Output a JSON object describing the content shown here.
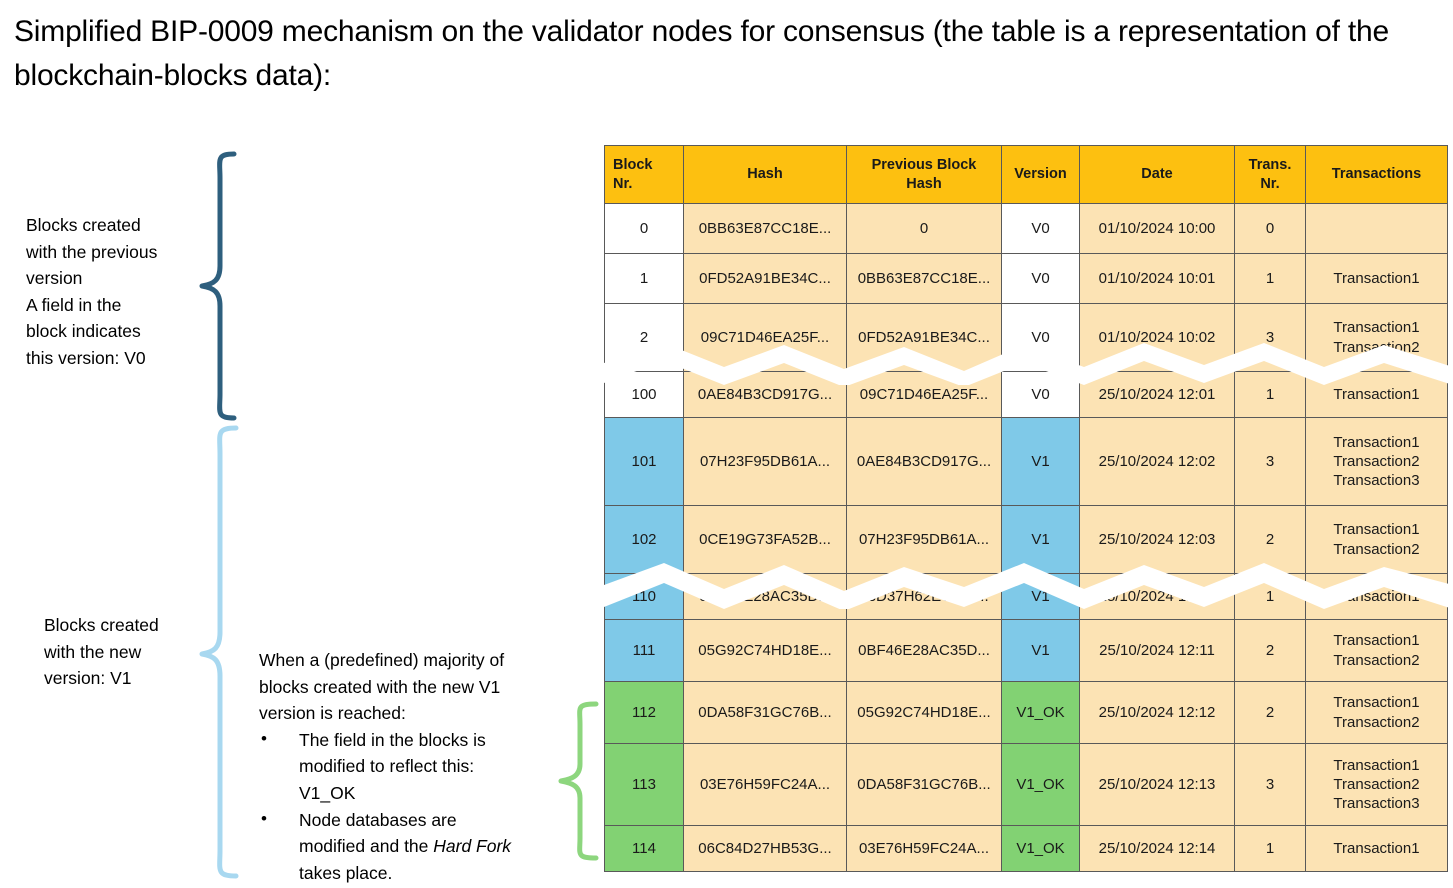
{
  "title": "Simplified BIP-0009 mechanism on the validator nodes for consensus (the table is a representation of the blockchain-blocks data):",
  "annotations": {
    "previous_version": "Blocks created\nwith the previous\nversion\nA field in the\nblock indicates\nthis version: V0",
    "new_version": "Blocks created\nwith the new\nversion: V1",
    "majority": {
      "lead": "When a (predefined) majority of\nblocks created with the new V1\nversion is reached:",
      "bullets": [
        {
          "pre": "The field in the blocks is\nmodified to reflect this:\nV1_OK",
          "italic": "",
          "post": ""
        },
        {
          "pre": "Node databases are\nmodified and the ",
          "italic": "Hard Fork",
          "post": "\ntakes place."
        }
      ]
    }
  },
  "colors": {
    "header_fill": "#FDC010",
    "cell_fill": "#FCE3B4",
    "version_v1_fill": "#7FC9E8",
    "version_v1ok_fill": "#82D273",
    "brace_dark": "#2E5F7E",
    "brace_light": "#A8D8F0",
    "brace_green": "#8DD67E",
    "border": "#595959"
  },
  "table": {
    "headers": [
      "Block\nNr.",
      "Hash",
      "Previous Block\nHash",
      "Version",
      "Date",
      "Trans.\nNr.",
      "Transactions"
    ],
    "rows": [
      {
        "block_nr": "0",
        "hash": "0BB63E87CC18E...",
        "prev_hash": "0",
        "version": "V0",
        "date": "01/10/2024 10:00",
        "trans_nr": "0",
        "transactions": "",
        "fill": "none"
      },
      {
        "block_nr": "1",
        "hash": "0FD52A91BE34C...",
        "prev_hash": "0BB63E87CC18E...",
        "version": "V0",
        "date": "01/10/2024 10:01",
        "trans_nr": "1",
        "transactions": "Transaction1",
        "fill": "none"
      },
      {
        "block_nr": "2",
        "hash": "09C71D46EA25F...",
        "prev_hash": "0FD52A91BE34C...",
        "version": "V0",
        "date": "01/10/2024 10:02",
        "trans_nr": "3",
        "transactions": "Transaction1\nTransaction2",
        "fill": "none"
      },
      {
        "block_nr": "100",
        "hash": "0AE84B3CD917G...",
        "prev_hash": "09C71D46EA25F...",
        "version": "V0",
        "date": "25/10/2024 12:01",
        "trans_nr": "1",
        "transactions": "Transaction1",
        "fill": "none"
      },
      {
        "block_nr": "101",
        "hash": "07H23F95DB61A...",
        "prev_hash": "0AE84B3CD917G...",
        "version": "V1",
        "date": "25/10/2024 12:02",
        "trans_nr": "3",
        "transactions": "Transaction1\nTransaction2\nTransaction3",
        "fill": "blue"
      },
      {
        "block_nr": "102",
        "hash": "0CE19G73FA52B...",
        "prev_hash": "07H23F95DB61A...",
        "version": "V1",
        "date": "25/10/2024 12:03",
        "trans_nr": "2",
        "transactions": "Transaction1\nTransaction2",
        "fill": "blue"
      },
      {
        "block_nr": "110",
        "hash": "0BF46E28AC35D...",
        "prev_hash": "08D37H62EC41F...",
        "version": "V1",
        "date": "25/10/2024 12:10",
        "trans_nr": "1",
        "transactions": "Transaction1",
        "fill": "blue"
      },
      {
        "block_nr": "111",
        "hash": "05G92C74HD18E...",
        "prev_hash": "0BF46E28AC35D...",
        "version": "V1",
        "date": "25/10/2024 12:11",
        "trans_nr": "2",
        "transactions": "Transaction1\nTransaction2",
        "fill": "blue"
      },
      {
        "block_nr": "112",
        "hash": "0DA58F31GC76B...",
        "prev_hash": "05G92C74HD18E...",
        "version": "V1_OK",
        "date": "25/10/2024 12:12",
        "trans_nr": "2",
        "transactions": "Transaction1\nTransaction2",
        "fill": "green"
      },
      {
        "block_nr": "113",
        "hash": "03E76H59FC24A...",
        "prev_hash": "0DA58F31GC76B...",
        "version": "V1_OK",
        "date": "25/10/2024 12:13",
        "trans_nr": "3",
        "transactions": "Transaction1\nTransaction2\nTransaction3",
        "fill": "green"
      },
      {
        "block_nr": "114",
        "hash": "06C84D27HB53G...",
        "prev_hash": "03E76H59FC24A...",
        "version": "V1_OK",
        "date": "25/10/2024 12:14",
        "trans_nr": "1",
        "transactions": "Transaction1",
        "fill": "green"
      }
    ],
    "break_after_row_index": [
      2,
      5
    ]
  }
}
